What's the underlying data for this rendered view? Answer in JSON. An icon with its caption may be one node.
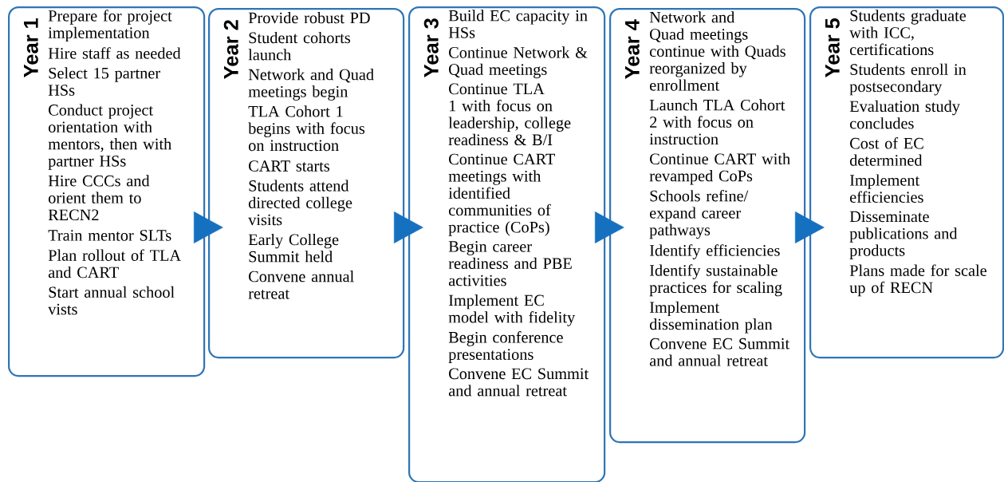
{
  "diagram": {
    "nodes": [
      {
        "text": [
          "Year 1",
          "Prepare for project implementation",
          "Hire staff as needed",
          "Select 15 partner HSs",
          "Conduct project orientation with mentors, then with partner HSs",
          "Hire CCCs and orient them to RECN2",
          "Train mentor SLTs",
          "Plan rollout of TLA and CART",
          "Start annual school vists"
        ]
      },
      {
        "text": [
          "Year 2",
          "Provide robust PD",
          "Student cohorts launch",
          "Network and Quad meetings begin",
          "TLA Cohort 1 begins with focus on instruction",
          "CART starts",
          "Students attend directed college visits",
          "Early College Summit held",
          "Convene annual retreat"
        ]
      },
      {
        "text": [
          "Year 3",
          "Build EC capacity in HSs",
          "Continue Network & Quad meetings",
          "Continue TLA 1 with focus on leadership, college readiness & B/I",
          "Continue CART meetings with identified communities of practice (CoPs)",
          "Begin career readiness and PBE activities",
          "Implement EC model with fidelity",
          "Begin conference presentations",
          "Convene EC Summit and annual retreat"
        ]
      },
      {
        "text": [
          "Year 4",
          "Network and Quad meetings continue with Quads reorganized by enrollment",
          "Launch TLA Cohort 2 with focus on instruction",
          "Continue CART with revamped CoPs",
          "Schools refine/ expand career pathways",
          "Identify efficiencies",
          "Identify sustainable practices for scaling",
          "Implement dissemination plan",
          "Convene EC Summit and annual retreat"
        ]
      },
      {
        "text": [
          "Year 5",
          "Students graduate with ICC, certifications",
          "Students enroll in postsecondary",
          "Evaluation study concludes",
          "Cost of EC determined",
          "Implement efficiencies",
          "Disseminate publications and products",
          "Plans made for scale up of RECN"
        ]
      }
    ],
    "edges": [
      {
        "from": 0,
        "to": 1,
        "arrow": "to"
      },
      {
        "from": 1,
        "to": 2,
        "arrow": "to"
      },
      {
        "from": 2,
        "to": 3,
        "arrow": "to"
      },
      {
        "from": 3,
        "to": 4,
        "arrow": "to"
      }
    ]
  }
}
